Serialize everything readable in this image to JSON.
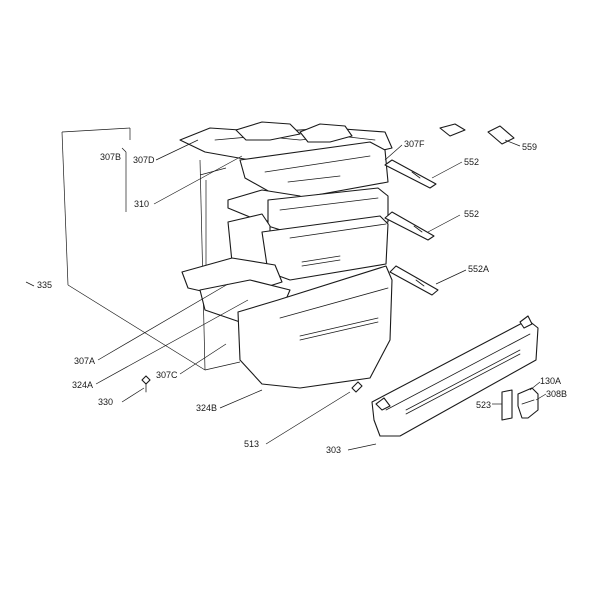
{
  "parts": {
    "p307B": "307B",
    "p307D": "307D",
    "p307F": "307F",
    "p552_top": "552",
    "p552_mid": "552",
    "p552A": "552A",
    "p559": "559",
    "p310": "310",
    "p335": "335",
    "p307A": "307A",
    "p324A": "324A",
    "p307C": "307C",
    "p330": "330",
    "p324B": "324B",
    "p513": "513",
    "p303": "303",
    "p523": "523",
    "p130A": "130A",
    "p308B": "308B"
  }
}
